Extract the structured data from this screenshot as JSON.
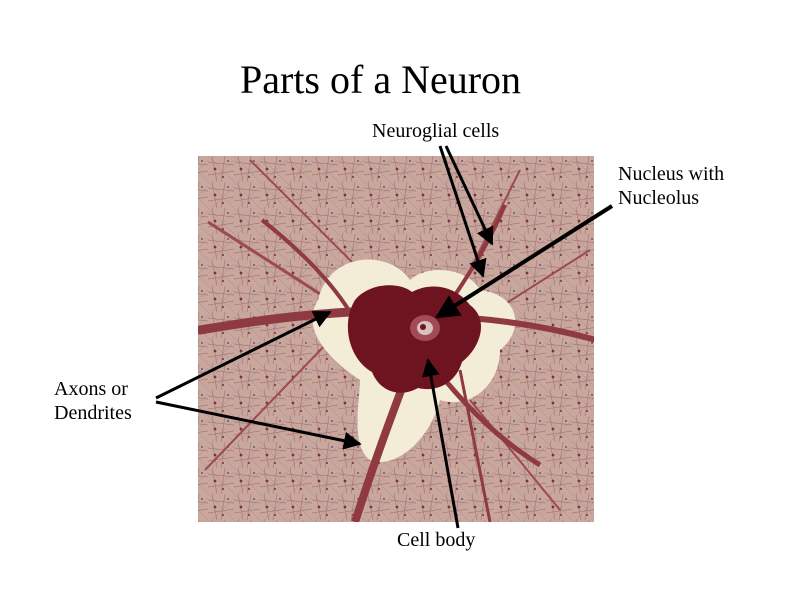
{
  "title": "Parts of a Neuron",
  "labels": {
    "neuroglial": "Neuroglial cells",
    "nucleus_line1": "Nucleus with",
    "nucleus_line2": "Nucleolus",
    "axons_line1": "Axons or",
    "axons_line2": "Dendrites",
    "cell_body": "Cell body"
  },
  "colors": {
    "background_tissue": "#c9a79c",
    "fiber": "#8e3a40",
    "cell_body": "#6e1420",
    "halo": "#f3ecd6",
    "arrow": "#000000"
  }
}
